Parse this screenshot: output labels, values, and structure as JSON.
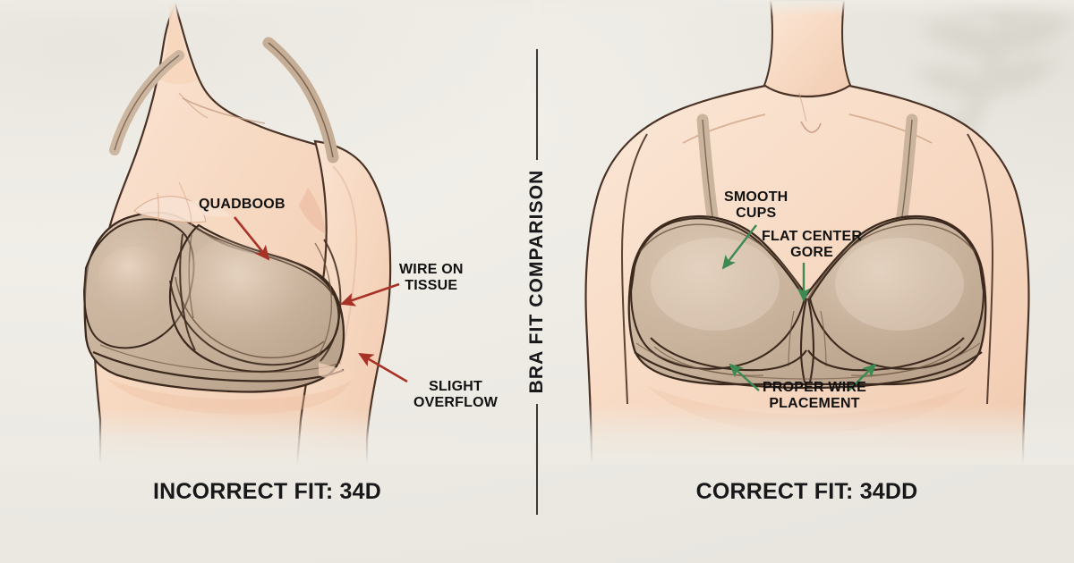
{
  "graphic": {
    "title": "BRA FIT COMPARISON",
    "background_color": "#edebe4",
    "skin_color": "#f7dcc6",
    "bra_color": "#c6b09a",
    "outline_color": "#3a2a20",
    "bad_accent_color": "#a93226",
    "good_accent_color": "#3c8a52"
  },
  "divider": {
    "label": "BRA FIT COMPARISON"
  },
  "panels": [
    {
      "id": "incorrect",
      "caption": "INCORRECT FIT: 34D",
      "accent_color": "#a93226",
      "annotations": [
        {
          "id": "quadboob",
          "text": "QUADBOOB"
        },
        {
          "id": "wire-on-tissue",
          "text": "WIRE ON\nTISSUE"
        },
        {
          "id": "slight-overflow",
          "text": "SLIGHT\nOVERFLOW"
        }
      ]
    },
    {
      "id": "correct",
      "caption": "CORRECT FIT: 34DD",
      "accent_color": "#3c8a52",
      "annotations": [
        {
          "id": "smooth-cups",
          "text": "SMOOTH\nCUPS"
        },
        {
          "id": "flat-center-gore",
          "text": "FLAT CENTER\nGORE"
        },
        {
          "id": "proper-wire-placement",
          "text": "PROPER WIRE\nPLACEMENT"
        }
      ]
    }
  ]
}
